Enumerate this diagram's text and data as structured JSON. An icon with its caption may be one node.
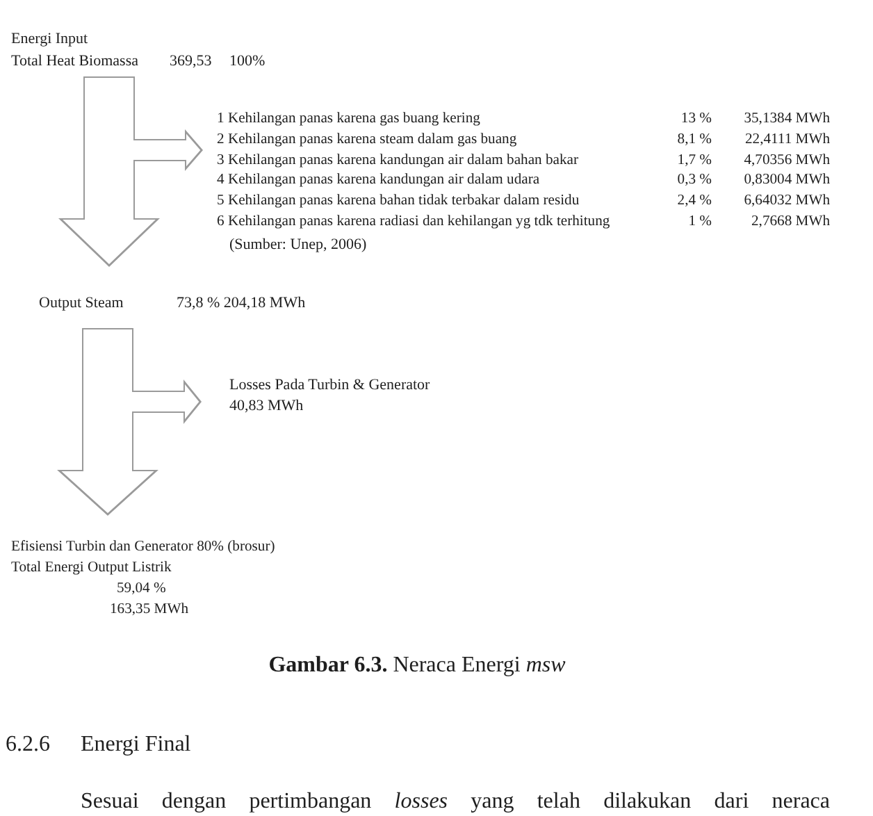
{
  "diagram": {
    "caption": "**Gambar 6.3.** Neraca Energi *msw*",
    "nodes": [
      {
        "text": [
          "Energi Input",
          "Total Heat Biomassa",
          "369,53",
          "100%"
        ]
      },
      {
        "text": [
          "1 Kehilangan panas karena gas buang kering",
          "13 %",
          "35,1384 MWh",
          "2 Kehilangan panas karena steam dalam gas buang",
          "8,1 %",
          "22,4111 MWh",
          "3 Kehilangan panas karena kandungan air dalam bahan bakar",
          "1,7 %",
          "4,70356 MWh",
          "4 Kehilangan panas karena kandungan air dalam udara",
          "0,3 %",
          "0,83004 MWh",
          "5 Kehilangan panas karena bahan tidak terbakar dalam residu",
          "2,4 %",
          "6,64032 MWh",
          "6 Kehilangan panas karena radiasi dan kehilangan yg tdk terhitung",
          "1 %",
          "2,7668 MWh"
        ],
        "beside": [
          "(Sumber: Unep, 2006)"
        ]
      },
      {
        "text": [
          "Output Steam",
          "73,8 % 204,18 MWh"
        ]
      },
      {
        "text": [
          "Losses Pada Turbin & Generator",
          "40,83 MWh"
        ]
      },
      {
        "text": [
          "Efisiensi Turbin dan Generator 80% (brosur)",
          "Total Energi Output Listrik",
          "59,04 %",
          "163,35 MWh"
        ]
      }
    ],
    "edges": [
      {
        "from": 0,
        "to": 1,
        "arrow": "to"
      },
      {
        "from": 0,
        "to": 2,
        "arrow": "to"
      },
      {
        "from": 2,
        "to": 3,
        "arrow": "to"
      },
      {
        "from": 2,
        "to": 4,
        "arrow": "to"
      }
    ],
    "labels": [
      "6.2.6",
      "Energi Final",
      "Sesuai dengan pertimbangan *losses* yang telah dilakukan dari neraca"
    ]
  }
}
